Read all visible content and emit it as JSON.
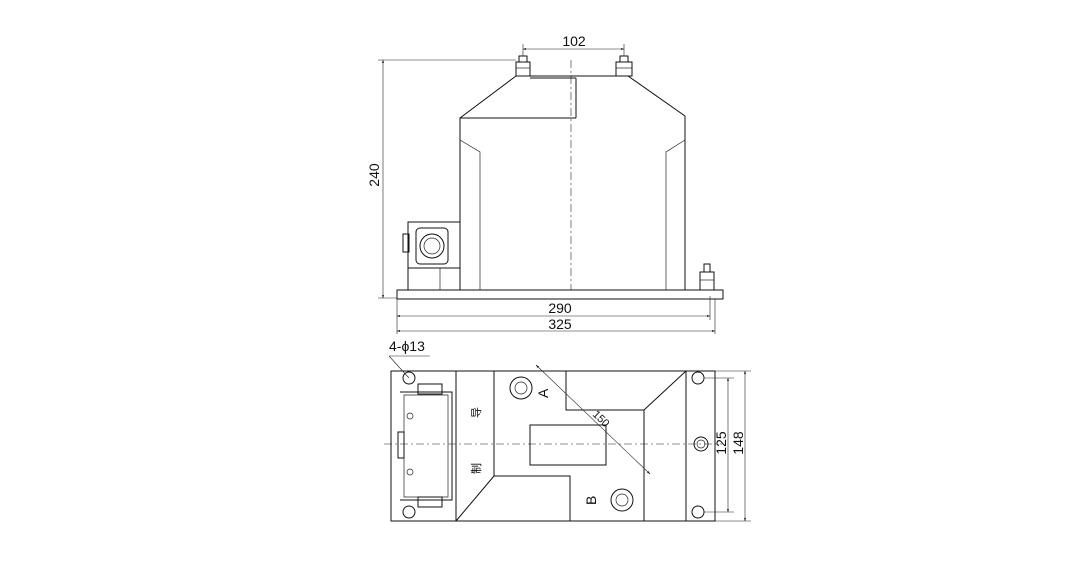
{
  "front_view": {
    "dim_terminal_spacing": "102",
    "dim_height": "240",
    "dim_base_inner": "290",
    "dim_base_outer": "325"
  },
  "top_view": {
    "hole_spec": "4-ϕ13",
    "terminal_a": "A",
    "terminal_b": "B",
    "dim_diagonal": "150",
    "dim_hole_spacing": "125",
    "dim_width": "148",
    "char_upper": "导",
    "char_lower": "制"
  }
}
